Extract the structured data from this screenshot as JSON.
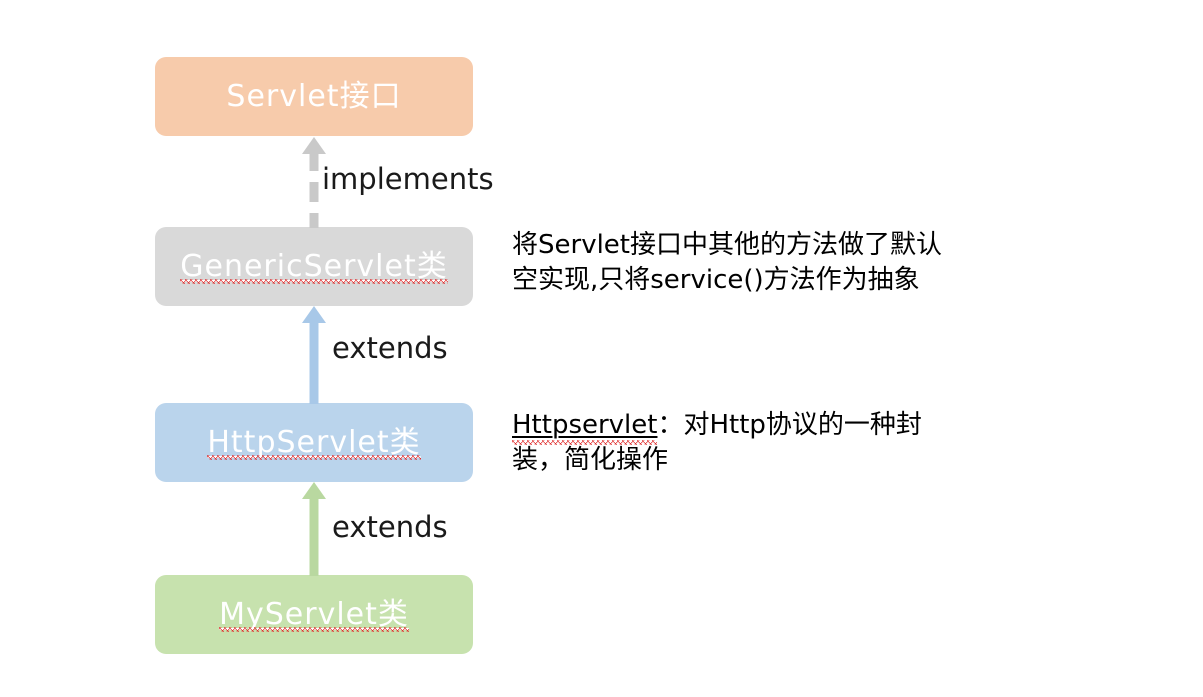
{
  "diagram": {
    "title": "Servlet inheritance hierarchy",
    "background": "#ffffff",
    "nodes": [
      {
        "id": "servlet-interface",
        "label": "Servlet接口",
        "color": "#f7cbab",
        "text_color": "#ffffff",
        "spellcheck_underline": false,
        "underlined": false
      },
      {
        "id": "generic-servlet",
        "label": "GenericServlet类",
        "color": "#d9d9d9",
        "text_color": "#ffffff",
        "spellcheck_underline": true,
        "underlined": true
      },
      {
        "id": "http-servlet",
        "label": "HttpServlet类",
        "color": "#bad4ec",
        "text_color": "#ffffff",
        "spellcheck_underline": true,
        "underlined": true
      },
      {
        "id": "my-servlet",
        "label": "MyServlet类",
        "color": "#c7e2ae",
        "text_color": "#ffffff",
        "spellcheck_underline": true,
        "underlined": true
      }
    ],
    "edges": [
      {
        "id": "implements",
        "label": "implements",
        "from": "generic-servlet",
        "to": "servlet-interface",
        "style": "dashed",
        "color": "#c9c9c9"
      },
      {
        "id": "extends-http",
        "label": "extends",
        "from": "http-servlet",
        "to": "generic-servlet",
        "style": "solid",
        "color": "#a8c8e8"
      },
      {
        "id": "extends-my",
        "label": "extends",
        "from": "my-servlet",
        "to": "http-servlet",
        "style": "solid",
        "color": "#b9d8a0"
      }
    ],
    "notes": [
      {
        "id": "note-generic-servlet",
        "for": "generic-servlet",
        "line1": "将Servlet接口中其他的方法做了默认",
        "line2": "空实现,只将service()方法作为抽象"
      },
      {
        "id": "note-http-servlet",
        "for": "http-servlet",
        "term": "Httpservlet",
        "line1": "：对Http协议的一种封",
        "line2": "装，简化操作"
      }
    ]
  }
}
